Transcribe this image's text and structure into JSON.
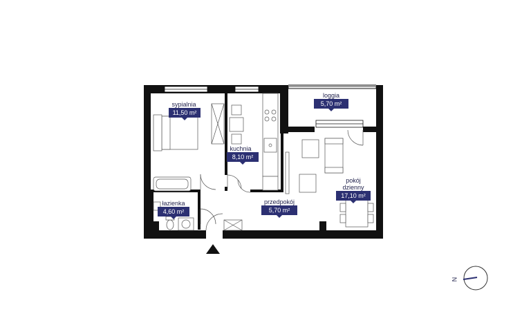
{
  "rooms": [
    {
      "name": "sypialnia",
      "area": "11,50 m²"
    },
    {
      "name": "kuchnia",
      "area": "8,10 m²"
    },
    {
      "name": "łazienka",
      "area": "4,60 m²"
    },
    {
      "name": "przedpokój",
      "area": "5,70 m²"
    },
    {
      "name": "loggia",
      "area": "5,70 m²"
    },
    {
      "name": "pokój\ndzienny",
      "area": "17,10 m²"
    }
  ],
  "compass": {
    "label": "N",
    "icon": "compass-icon"
  },
  "entrance": {
    "icon": "entrance-arrow-icon"
  },
  "colors": {
    "wall": "#111111",
    "label_bg": "#2c3072",
    "label_text": "#ffffff",
    "text": "#1e1f4a"
  }
}
